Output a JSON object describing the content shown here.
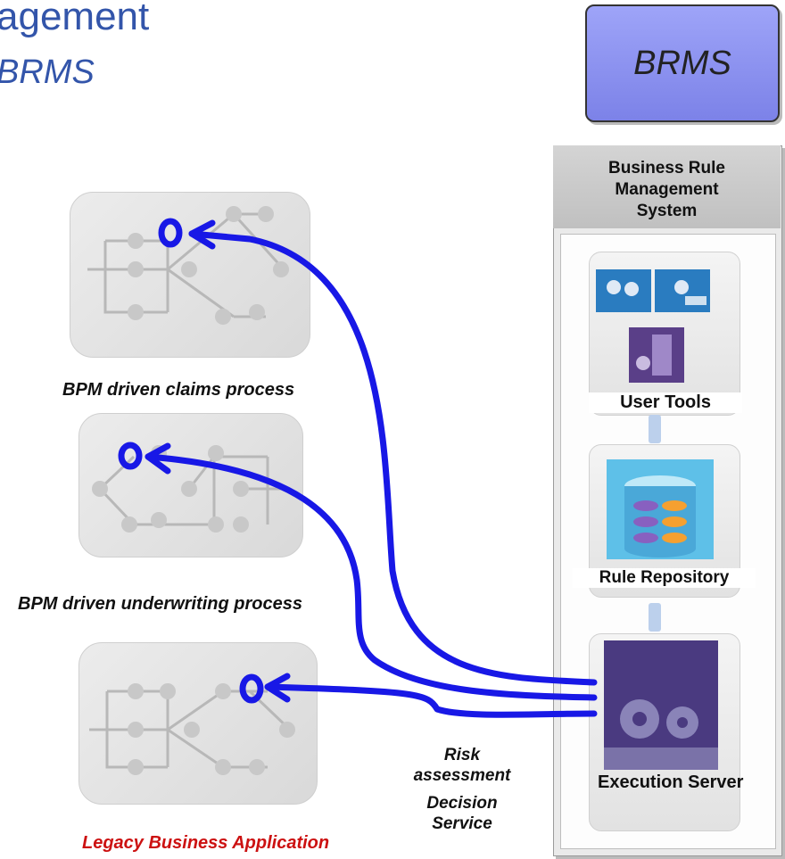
{
  "header": {
    "title": "agement",
    "subtitle": "BRMS"
  },
  "brms_box": {
    "label": "BRMS"
  },
  "brms_panel": {
    "heading": "Business Rule Management System",
    "components": [
      {
        "label": "User Tools"
      },
      {
        "label": "Rule Repository"
      },
      {
        "label": "Execution Server"
      }
    ]
  },
  "processes": [
    {
      "caption": "BPM driven claims process"
    },
    {
      "caption": "BPM driven underwriting process"
    },
    {
      "caption": "Legacy Business Application"
    }
  ],
  "decision_service": {
    "line1": "Risk",
    "line2": "assessment",
    "line3": "Decision",
    "line4": "Service"
  },
  "colors": {
    "title": "#3355aa",
    "arrow": "#1818e6",
    "brms_box": "#8a90f0",
    "legacy": "#cc1111"
  }
}
